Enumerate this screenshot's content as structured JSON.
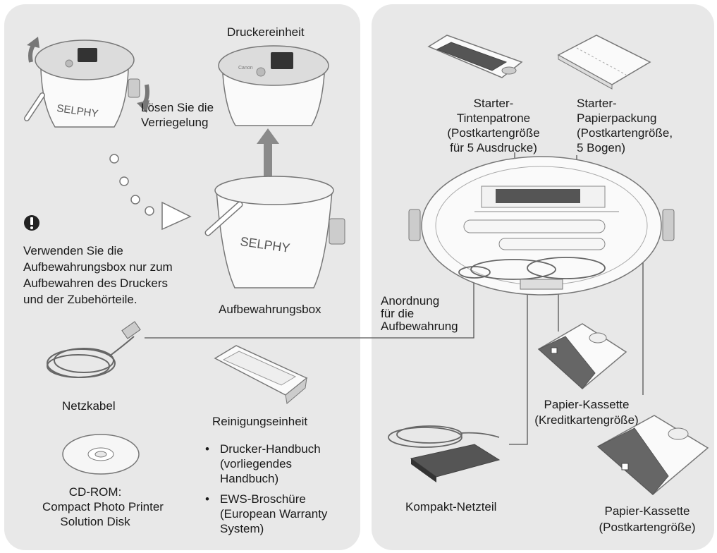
{
  "labels": {
    "printer_unit": "Druckereinheit",
    "unlock": [
      "Lösen Sie die",
      "Verriegelung"
    ],
    "caution": [
      "Verwenden Sie die",
      "Aufbewahrungsbox nur zum",
      "Aufbewahren des Druckers",
      "und der Zubehörteile."
    ],
    "storage_box": "Aufbewahrungsbox",
    "power_cable": "Netzkabel",
    "cleaning_unit": "Reinigungseinheit",
    "cdrom": [
      "CD-ROM:",
      "Compact Photo Printer",
      "Solution Disk"
    ],
    "ink_cassette": [
      "Starter-",
      "Tintenpatrone",
      "(Postkartengröße",
      "für 5 Ausdrucke)"
    ],
    "paper_pack": [
      "Starter-",
      "Papierpackung",
      "(Postkartengröße,",
      "5 Bogen)"
    ],
    "arrangement": [
      "Anordnung",
      "für die",
      "Aufbewahrung"
    ],
    "paper_cassette_credit": [
      "Papier-Kassette",
      "(Kreditkartengröße)"
    ],
    "compact_adapter": "Kompakt-Netzteil",
    "paper_cassette_postcard": [
      "Papier-Kassette",
      "(Postkartengröße)"
    ],
    "box_brand": "SELPHY",
    "printer_brand": "Canon"
  },
  "documents": [
    {
      "bullet": "•",
      "lines": [
        "Drucker-Handbuch",
        "(vorliegendes",
        "Handbuch)"
      ]
    },
    {
      "bullet": "•",
      "lines": [
        "EWS-Broschüre",
        "(European Warranty",
        "System)"
      ]
    }
  ],
  "colors": {
    "panel": "#e8e8e8",
    "line": "#555555",
    "ink": "#1a1a1a"
  }
}
